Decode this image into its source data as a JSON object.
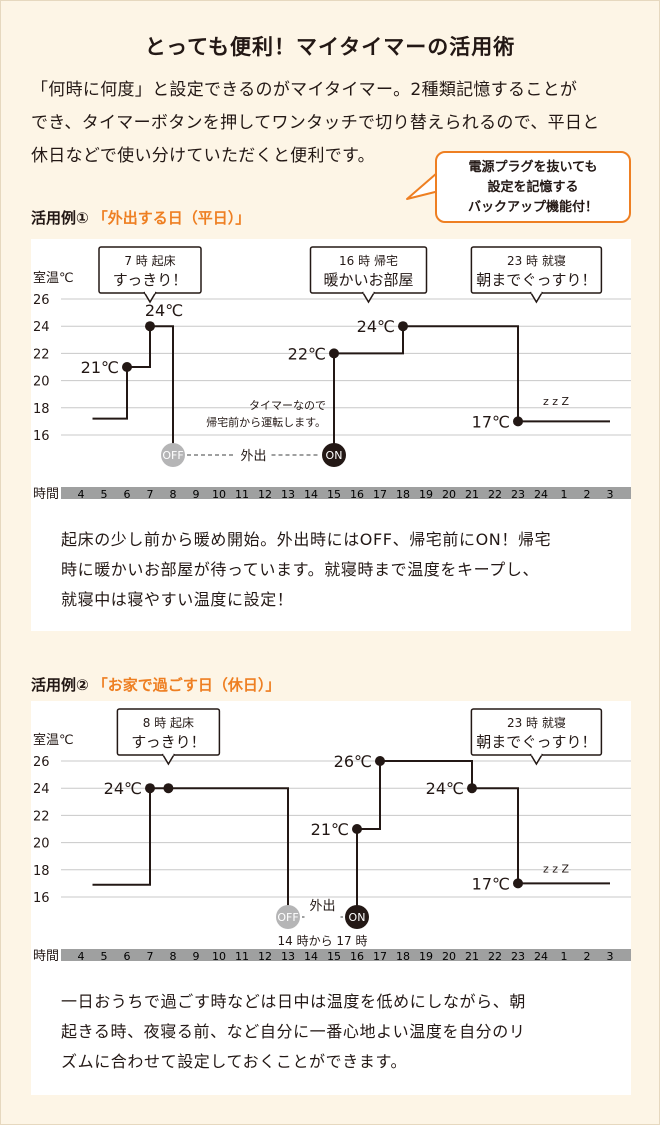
{
  "title": "とっても便利！マイタイマーの活用術",
  "intro": [
    "「何時に何度」と設定できるのがマイタイマー。2種類記憶することが",
    "でき、タイマーボタンを押してワンタッチで切り替えられるので、平日と",
    "休日などで使い分けていただくと便利です。"
  ],
  "callout": [
    "電源プラグを抜いても",
    "設定を記憶する",
    "バックアップ機能付！"
  ],
  "colors": {
    "accent": "#ee7f22",
    "background": "#fdf5e6",
    "panel": "#ffffff",
    "line": "#231815",
    "grid": "#c8c8c8",
    "timebar": "#9fa0a0",
    "off_badge": "#b5b5b6",
    "on_badge": "#231815"
  },
  "axis": {
    "y_label": "室温℃",
    "x_label": "時間",
    "y_ticks": [
      "26",
      "24",
      "22",
      "20",
      "18",
      "16"
    ],
    "hours": [
      "4",
      "5",
      "6",
      "7",
      "8",
      "9",
      "10",
      "11",
      "12",
      "13",
      "14",
      "15",
      "16",
      "17",
      "18",
      "19",
      "20",
      "21",
      "22",
      "23",
      "24",
      "1",
      "2",
      "3"
    ]
  },
  "cases": [
    {
      "prefix": "活用例①",
      "name": "「外出する日（平日）」",
      "chart_data": {
        "type": "line",
        "ylim": [
          15,
          27
        ],
        "x_domain": [
          4,
          27
        ],
        "segments": [
          [
            [
              4.5,
              17.2
            ],
            [
              6,
              17.2
            ],
            [
              6,
              21
            ],
            [
              7,
              21
            ],
            [
              7,
              24
            ],
            [
              8,
              24
            ],
            [
              8,
              15
            ]
          ],
          [
            [
              15,
              15
            ],
            [
              15,
              22
            ],
            [
              18,
              22
            ],
            [
              18,
              24
            ],
            [
              23,
              24
            ],
            [
              23,
              17
            ],
            [
              27,
              17
            ]
          ]
        ],
        "points": [
          {
            "x": 6,
            "y": 21,
            "label": "21℃",
            "side": "left"
          },
          {
            "x": 7,
            "y": 24,
            "label": "24℃",
            "side": "right"
          },
          {
            "x": 15,
            "y": 22,
            "label": "22℃",
            "side": "left"
          },
          {
            "x": 18,
            "y": 24,
            "label": "24℃",
            "side": "left"
          },
          {
            "x": 23,
            "y": 17,
            "label": "17℃",
            "side": "left"
          }
        ],
        "badges": [
          {
            "x": 8,
            "text": "OFF",
            "kind": "off"
          },
          {
            "x": 15,
            "text": "ON",
            "kind": "on"
          }
        ],
        "dash_label": "外出",
        "bubbles": [
          {
            "x": 7,
            "lines": [
              "7 時 起床",
              "すっきり！"
            ]
          },
          {
            "x": 16.5,
            "lines": [
              "16 時 帰宅",
              "暖かいお部屋"
            ]
          },
          {
            "x": 23.8,
            "lines": [
              "23 時 就寝",
              "朝までぐっすり！"
            ]
          }
        ],
        "note": [
          "タイマーなので",
          "帰宅前から運転します。"
        ],
        "sleep_mark": "z z Z"
      },
      "desc": [
        "起床の少し前から暖め開始。外出時にはOFF、帰宅前にON！帰宅",
        "時に暖かいお部屋が待っています。就寝時まで温度をキープし、",
        "就寝中は寝やすい温度に設定！"
      ]
    },
    {
      "prefix": "活用例②",
      "name": "「お家で過ごす日（休日）」",
      "chart_data": {
        "type": "line",
        "ylim": [
          15,
          27
        ],
        "x_domain": [
          4,
          27
        ],
        "segments": [
          [
            [
              4.5,
              16.9
            ],
            [
              7,
              16.9
            ],
            [
              7,
              24
            ],
            [
              13,
              24
            ],
            [
              13,
              15
            ]
          ],
          [
            [
              16,
              15
            ],
            [
              16,
              21
            ],
            [
              17,
              21
            ],
            [
              17,
              26
            ],
            [
              21,
              26
            ],
            [
              21,
              24
            ],
            [
              23,
              24
            ],
            [
              23,
              17
            ],
            [
              27,
              17
            ]
          ]
        ],
        "points": [
          {
            "x": 7,
            "y": 24,
            "label": "24℃",
            "side": "left"
          },
          {
            "x": 7.8,
            "y": 24,
            "label": "",
            "side": "none"
          },
          {
            "x": 16,
            "y": 21,
            "label": "21℃",
            "side": "left"
          },
          {
            "x": 17,
            "y": 26,
            "label": "26℃",
            "side": "left"
          },
          {
            "x": 21,
            "y": 24,
            "label": "24℃",
            "side": "left"
          },
          {
            "x": 23,
            "y": 17,
            "label": "17℃",
            "side": "left"
          }
        ],
        "badges": [
          {
            "x": 13,
            "text": "OFF",
            "kind": "off"
          },
          {
            "x": 16,
            "text": "ON",
            "kind": "on"
          }
        ],
        "dash_label": "外出",
        "badge_caption": "14 時から 17 時",
        "bubbles": [
          {
            "x": 7.8,
            "lines": [
              "8 時 起床",
              "すっきり！"
            ]
          },
          {
            "x": 23.8,
            "lines": [
              "23 時 就寝",
              "朝までぐっすり！"
            ]
          }
        ],
        "sleep_mark": "z z Z"
      },
      "desc": [
        "一日おうちで過ごす時などは日中は温度を低めにしながら、朝",
        "起きる時、夜寝る前、など自分に一番心地よい温度を自分のリ",
        "ズムに合わせて設定しておくことができます。"
      ]
    }
  ]
}
